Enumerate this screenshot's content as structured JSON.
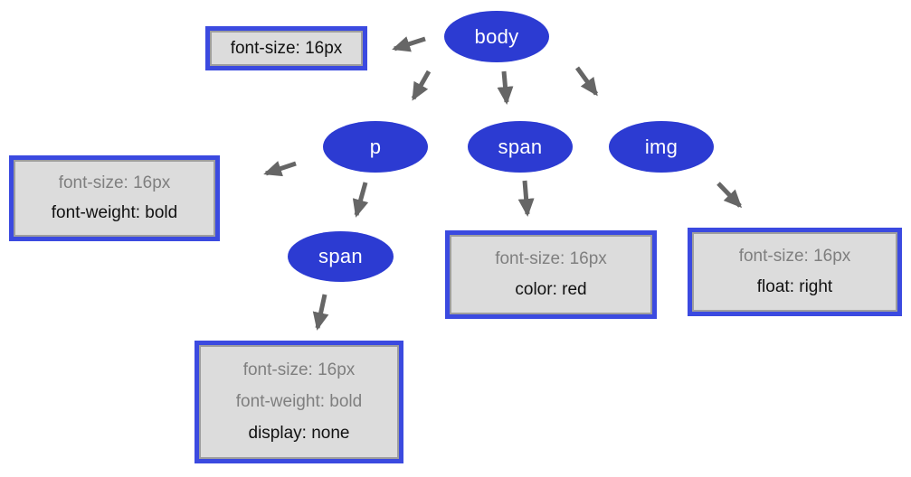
{
  "colors": {
    "node_fill": "#2c3bd2",
    "node_text": "#ffffff",
    "box_border": "#3b4ae0",
    "box_fill": "#dcdcdc",
    "box_inner_border": "#9e9e9e",
    "inherited_property_text": "#7f7f7f",
    "declared_property_text": "#111111",
    "arrow": "#666666",
    "background": "#ffffff"
  },
  "nodes": [
    {
      "id": "body",
      "label": "body"
    },
    {
      "id": "p",
      "label": "p"
    },
    {
      "id": "span-in-body",
      "label": "span"
    },
    {
      "id": "img",
      "label": "img"
    },
    {
      "id": "span-in-p",
      "label": "span"
    }
  ],
  "style_boxes": [
    {
      "id": "body-styles",
      "lines": [
        {
          "text": "font-size: 16px",
          "inherited": false
        }
      ]
    },
    {
      "id": "p-styles",
      "lines": [
        {
          "text": "font-size: 16px",
          "inherited": true
        },
        {
          "text": "font-weight: bold",
          "inherited": false
        }
      ]
    },
    {
      "id": "span-in-p-styles",
      "lines": [
        {
          "text": "font-size: 16px",
          "inherited": true
        },
        {
          "text": "font-weight: bold",
          "inherited": true
        },
        {
          "text": "display: none",
          "inherited": false
        }
      ]
    },
    {
      "id": "span-in-body-styles",
      "lines": [
        {
          "text": "font-size: 16px",
          "inherited": true
        },
        {
          "text": "color: red",
          "inherited": false
        }
      ]
    },
    {
      "id": "img-styles",
      "lines": [
        {
          "text": "font-size: 16px",
          "inherited": true
        },
        {
          "text": "float: right",
          "inherited": false
        }
      ]
    }
  ],
  "edges": [
    {
      "from": "body",
      "to": "body-styles"
    },
    {
      "from": "body",
      "to": "p"
    },
    {
      "from": "body",
      "to": "span-in-body"
    },
    {
      "from": "body",
      "to": "img"
    },
    {
      "from": "p",
      "to": "p-styles"
    },
    {
      "from": "p",
      "to": "span-in-p"
    },
    {
      "from": "span-in-p",
      "to": "span-in-p-styles"
    },
    {
      "from": "span-in-body",
      "to": "span-in-body-styles"
    },
    {
      "from": "img",
      "to": "img-styles"
    }
  ]
}
